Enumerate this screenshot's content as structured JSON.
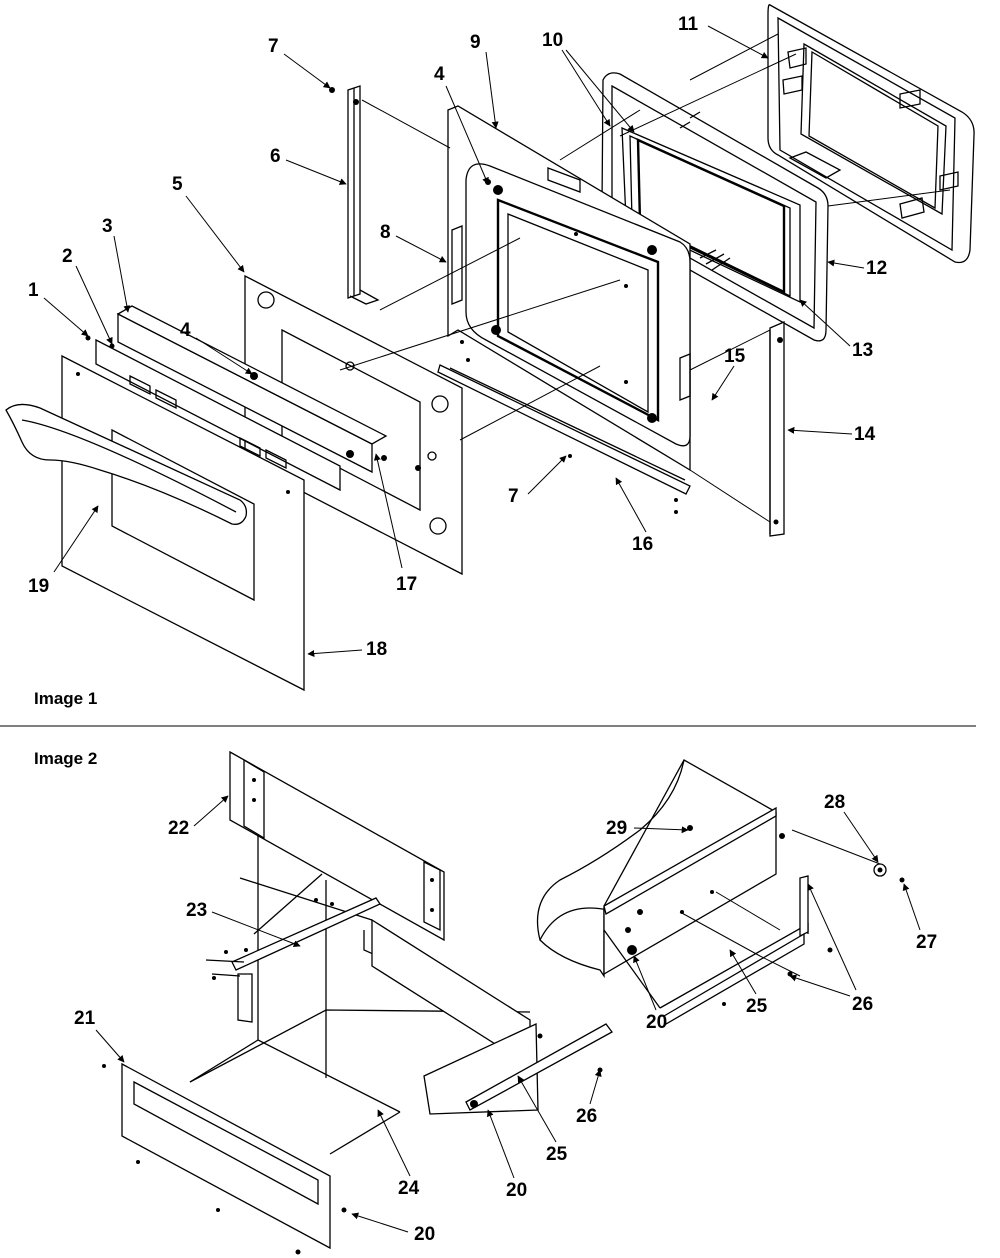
{
  "sections": {
    "image1": {
      "title": "Image 1"
    },
    "image2": {
      "title": "Image 2"
    }
  },
  "callouts_image1": [
    "1",
    "2",
    "3",
    "4",
    "4",
    "5",
    "6",
    "7",
    "7",
    "8",
    "9",
    "10",
    "11",
    "12",
    "13",
    "14",
    "15",
    "16",
    "17",
    "18",
    "19"
  ],
  "callouts_image2": [
    "20",
    "20",
    "20",
    "21",
    "22",
    "23",
    "24",
    "25",
    "25",
    "26",
    "26",
    "27",
    "28",
    "29"
  ],
  "colors": {
    "ink": "#000000",
    "paper": "#ffffff"
  }
}
